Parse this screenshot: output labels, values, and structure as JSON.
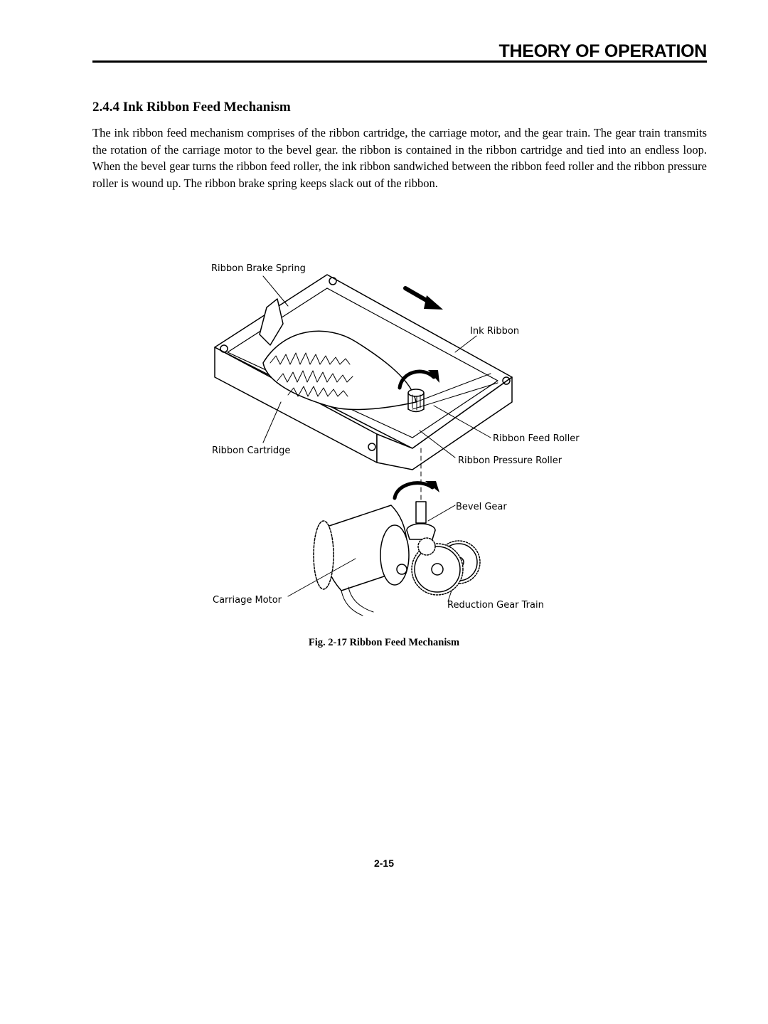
{
  "header": {
    "title": "THEORY OF OPERATION"
  },
  "section": {
    "heading": "2.4.4  Ink Ribbon Feed Mechanism",
    "paragraph": "The ink ribbon feed mechanism comprises of the ribbon cartridge, the carriage motor, and the gear train. The gear train transmits the rotation of the carriage motor to the bevel gear. the ribbon is contained in the ribbon cartridge and tied into an endless loop. When the bevel gear turns the ribbon feed roller, the ink ribbon sandwiched between the ribbon feed roller and the ribbon pressure roller is wound up. The ribbon brake spring keeps slack out of the ribbon."
  },
  "figure": {
    "labels": {
      "brake_spring": "Ribbon Brake Spring",
      "ink_ribbon": "Ink Ribbon",
      "feed_roller": "Ribbon Feed Roller",
      "cartridge": "Ribbon Cartridge",
      "pressure_roller": "Ribbon Pressure Roller",
      "bevel_gear": "Bevel Gear",
      "carriage_motor": "Carriage Motor",
      "reduction_gear": "Reduction Gear Train"
    },
    "caption": "Fig. 2-17 Ribbon Feed Mechanism"
  },
  "footer": {
    "page_number": "2-15"
  }
}
